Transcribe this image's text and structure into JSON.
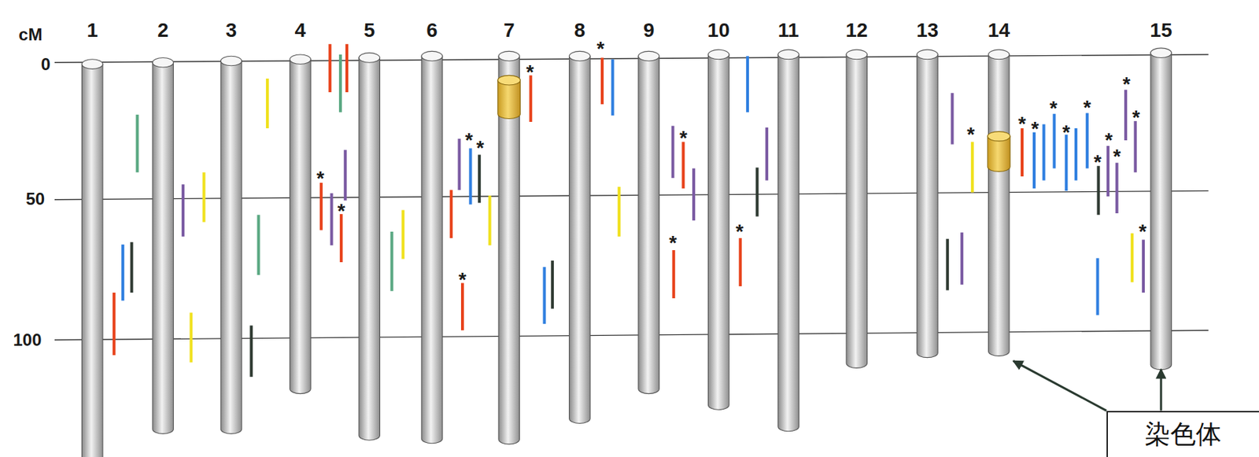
{
  "diagram": {
    "nodes": [
      {
        "text": [
          "1"
        ]
      },
      {
        "text": [
          "2"
        ]
      },
      {
        "text": [
          "3"
        ]
      },
      {
        "text": [
          "4"
        ]
      },
      {
        "text": [
          "5"
        ]
      },
      {
        "text": [
          "6"
        ]
      },
      {
        "text": [
          "7"
        ]
      },
      {
        "text": [
          "8"
        ]
      },
      {
        "text": [
          "9"
        ]
      },
      {
        "text": [
          "10"
        ]
      },
      {
        "text": [
          "11"
        ]
      },
      {
        "text": [
          "12"
        ]
      },
      {
        "text": [
          "13"
        ]
      },
      {
        "text": [
          "14"
        ]
      },
      {
        "text": [
          "15"
        ]
      },
      {
        "text": [
          "染色体"
        ]
      }
    ],
    "edges": [
      {
        "from": 15,
        "to": 13,
        "arrow": "to"
      },
      {
        "from": 15,
        "to": 14,
        "arrow": "to"
      }
    ],
    "labels": [
      "cM",
      "0",
      "50",
      "100",
      "*",
      "*",
      "*",
      "*",
      "*",
      "*",
      "*",
      "*",
      "*",
      "*",
      "*",
      "*",
      "*",
      "*",
      "*",
      "*",
      "*",
      "*",
      "*",
      "*",
      "*",
      "*"
    ]
  }
}
